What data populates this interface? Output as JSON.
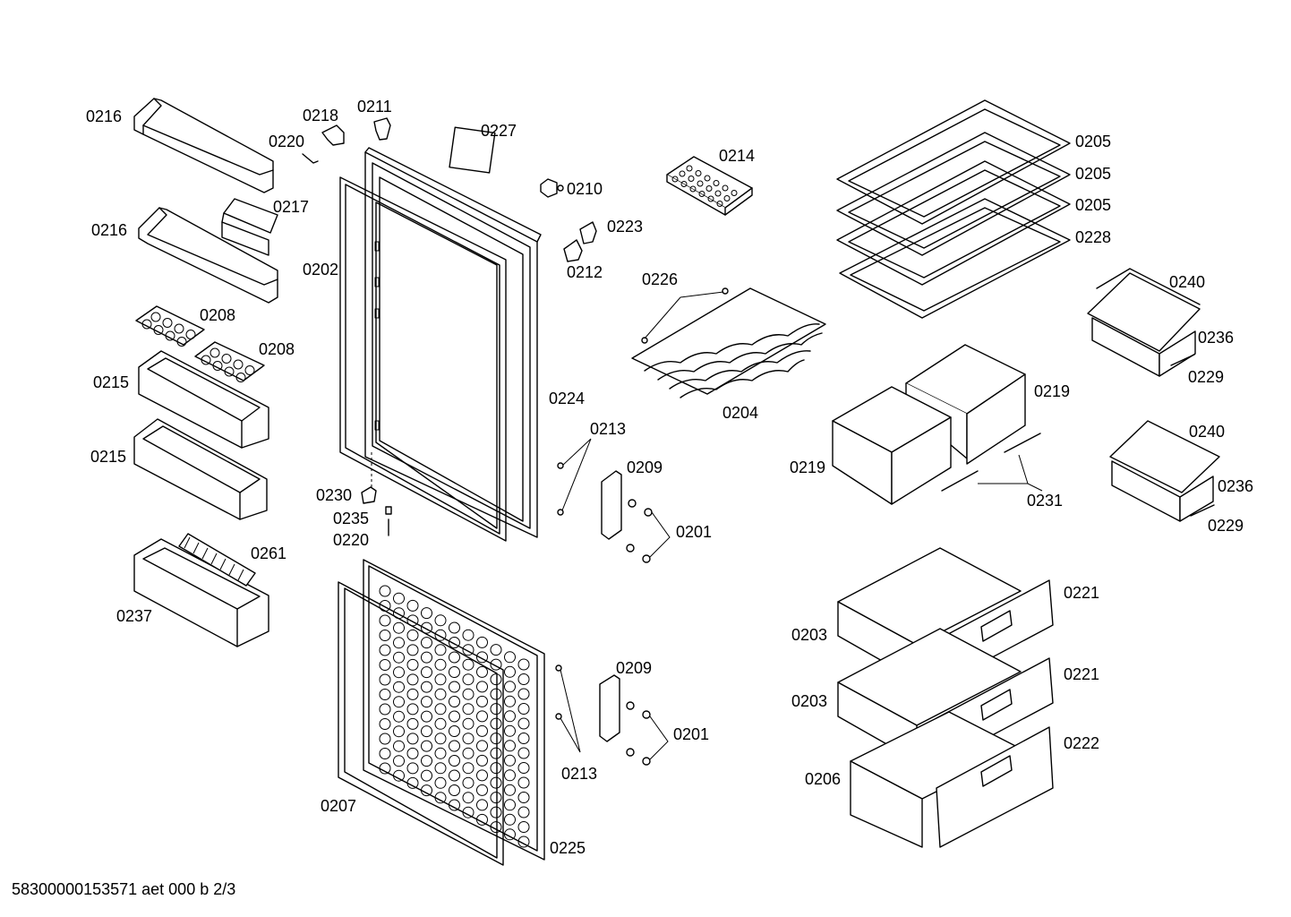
{
  "labels": {
    "p0216a": "0216",
    "p0216b": "0216",
    "p0218": "0218",
    "p0211": "0211",
    "p0220a": "0220",
    "p0227": "0227",
    "p0217": "0217",
    "p0210": "0210",
    "p0223": "0223",
    "p0212": "0212",
    "p0214": "0214",
    "p0202": "0202",
    "p0208a": "0208",
    "p0208b": "0208",
    "p0215a": "0215",
    "p0215b": "0215",
    "p0226": "0226",
    "p0224": "0224",
    "p0204": "0204",
    "p0213a": "0213",
    "p0209a": "0209",
    "p0230": "0230",
    "p0235": "0235",
    "p0220b": "0220",
    "p0201a": "0201",
    "p0261": "0261",
    "p0237": "0237",
    "p0209b": "0209",
    "p0201b": "0201",
    "p0213b": "0213",
    "p0207": "0207",
    "p0225": "0225",
    "p0205a": "0205",
    "p0205b": "0205",
    "p0205c": "0205",
    "p0228": "0228",
    "p0240a": "0240",
    "p0236a": "0236",
    "p0229a": "0229",
    "p0219a": "0219",
    "p0219b": "0219",
    "p0231": "0231",
    "p0240b": "0240",
    "p0236b": "0236",
    "p0229b": "0229",
    "p0221a": "0221",
    "p0203a": "0203",
    "p0221b": "0221",
    "p0203b": "0203",
    "p0222": "0222",
    "p0206": "0206"
  },
  "footer": "58300000153571 aet 000 b 2/3"
}
